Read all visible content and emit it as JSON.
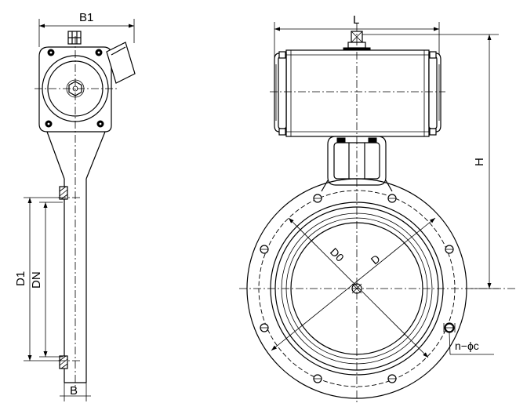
{
  "labels": {
    "B1": "B1",
    "L": "L",
    "H": "H",
    "D1": "D1",
    "DN": "DN",
    "B": "B",
    "D0": "D0",
    "D": "D",
    "n_phi_c": "n−ϕc"
  }
}
